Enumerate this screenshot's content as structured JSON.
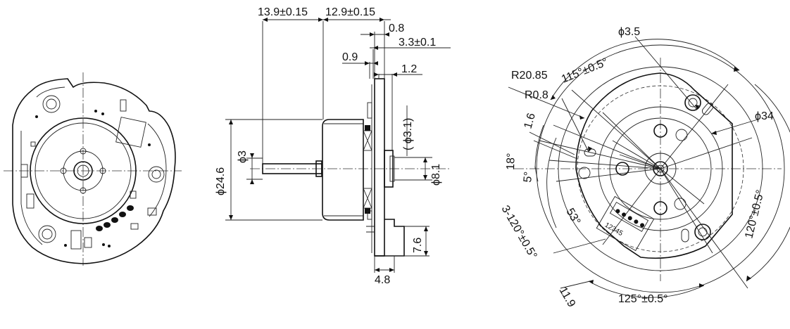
{
  "side_view": {
    "dim_13_9": "13.9±0.15",
    "dim_12_9": "12.9±0.15",
    "dim_0_8": "0.8",
    "dim_3_3": "3.3±0.1",
    "dim_0_9": "0.9",
    "dim_1_2": "1.2",
    "dim_3_1": "( ϕ3.1)",
    "dim_phi3": "ϕ3",
    "dim_24_6": "ϕ24.6",
    "dim_8_1": "ϕ8.1",
    "dim_7_6": "7.6",
    "dim_4_8": "4.8"
  },
  "back_view": {
    "dim_phi3_5": "ϕ3.5",
    "dim_r20_85": "R20.85",
    "dim_115": "115°±0.5°",
    "dim_r0_8": "R0.8",
    "dim_phi34": "ϕ34",
    "dim_1_6": "1.6",
    "dim_18": "18°",
    "dim_5": "5°",
    "dim_53": "53°",
    "dim_3x120": "3-120°±0.5°",
    "dim_11_9": "11.9",
    "dim_125": "125°±0.5°",
    "dim_120": "120°±0.5°",
    "connector_pins": "12345"
  }
}
